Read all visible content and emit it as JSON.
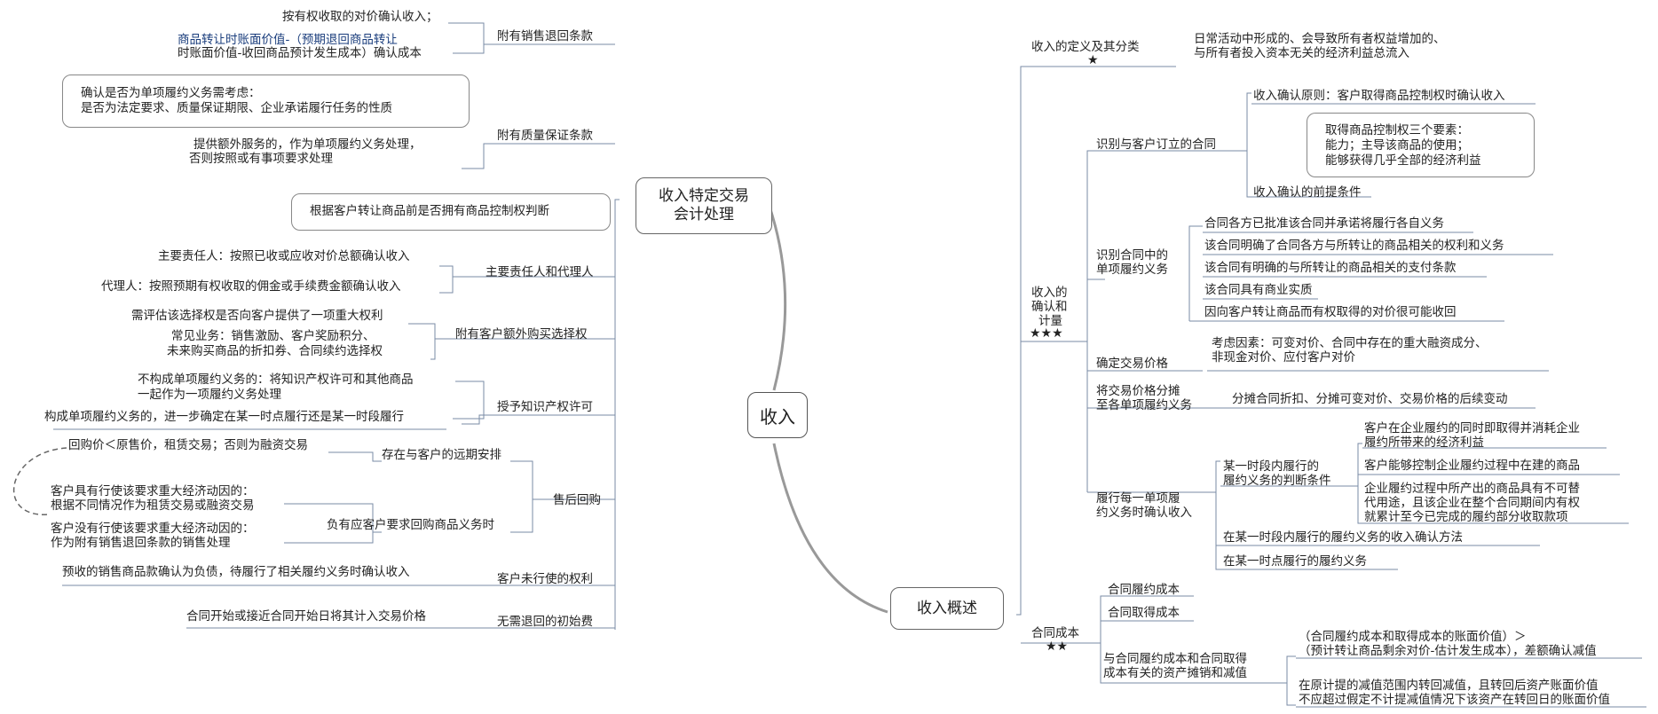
{
  "root": "收入",
  "left_branch": {
    "title_lines": [
      "收入特定交易",
      "会计处理"
    ],
    "items": [
      {
        "label": "附有销售退回条款",
        "children": [
          "按有权收取的对价确认收入；",
          "商品转让时账面价值-（预期退回商品转让",
          "时账面价值-收回商品预计发生成本）确认成本"
        ]
      },
      {
        "label": "附有质量保证条款",
        "note": [
          "确认是否为单项履约义务需考虑：",
          "是否为法定要求、质量保证期限、企业承诺履行任务的性质"
        ],
        "children": [
          "提供额外服务的，作为单项履约义务处理，",
          "否则按照或有事项要求处理"
        ]
      },
      {
        "label": "主要责任人和代理人",
        "note": [
          "根据客户转让商品前是否拥有商品控制权判断"
        ],
        "children": [
          "主要责任人：按照已收或应收对价总额确认收入",
          "代理人：按照预期有权收取的佣金或手续费金额确认收入"
        ]
      },
      {
        "label": "附有客户额外购买选择权",
        "children": [
          "需评估该选择权是否向客户提供了一项重大权利",
          "常见业务：销售激励、客户奖励积分、",
          "未来购买商品的折扣券、合同续约选择权"
        ]
      },
      {
        "label": "授予知识产权许可",
        "children": [
          "不构成单项履约义务的：将知识产权许可和其他商品",
          "一起作为一项履约义务处理",
          "构成单项履约义务的，进一步确定在某一时点履行还是某一时段履行"
        ]
      },
      {
        "label": "售后回购",
        "subs": [
          {
            "label": "存在与客户的远期安排",
            "children": [
              "回购价＜原售价，租赁交易；否则为融资交易"
            ]
          },
          {
            "label": "负有应客户要求回购商品义务时",
            "children": [
              "客户具有行使该要求重大经济动因的：",
              "根据不同情况作为租赁交易或融资交易",
              "客户没有行使该要求重大经济动因的：",
              "作为附有销售退回条款的销售处理"
            ]
          }
        ]
      },
      {
        "label": "客户未行使的权利",
        "children": [
          "预收的销售商品款确认为负债，待履行了相关履约义务时确认收入"
        ]
      },
      {
        "label": "无需退回的初始费",
        "children": [
          "合同开始或接近合同开始日将其计入交易价格"
        ]
      }
    ]
  },
  "right_branch": {
    "title": "收入概述",
    "items": [
      {
        "label": "收入的定义及其分类",
        "stars": "★",
        "children": [
          "日常活动中形成的、会导致所有者权益增加的、",
          "与所有者投入资本无关的经济利益总流入"
        ]
      },
      {
        "label_lines": [
          "收入的",
          "确认和",
          "计量"
        ],
        "stars": "★★★",
        "subs": [
          {
            "label": "识别与客户订立的合同",
            "children": [
              "收入确认原则：客户取得商品控制权时确认收入",
              "收入确认的前提条件"
            ],
            "note": [
              "取得商品控制权三个要素：",
              "能力；主导该商品的使用；",
              "能够获得几乎全部的经济利益"
            ]
          },
          {
            "label_lines": [
              "识别合同中的",
              "单项履约义务"
            ],
            "children": [
              "合同各方已批准该合同并承诺将履行各自义务",
              "该合同明确了合同各方与所转让的商品相关的权利和义务",
              "该合同有明确的与所转让的商品相关的支付条款",
              "该合同具有商业实质",
              "因向客户转让商品而有权取得的对价很可能收回"
            ]
          },
          {
            "label": "确定交易价格",
            "children": [
              "考虑因素：可变对价、合同中存在的重大融资成分、",
              "非现金对价、应付客户对价"
            ]
          },
          {
            "label_lines": [
              "将交易价格分摊",
              "至各单项履约义务"
            ],
            "children": [
              "分摊合同折扣、分摊可变对价、交易价格的后续变动"
            ]
          },
          {
            "label_lines": [
              "履行每一单项履",
              "约义务时确认收入"
            ],
            "subs": [
              {
                "label_lines": [
                  "某一时段内履行的",
                  "履约义务的判断条件"
                ],
                "children": [
                  "客户在企业履约的同时即取得并消耗企业",
                  "履约所带来的经济利益",
                  "客户能够控制企业履约过程中在建的商品",
                  "企业履约过程中所产出的商品具有不可替",
                  "代用途，且该企业在整个合同期间内有权",
                  "就累计至今已完成的履约部分收取款项"
                ]
              },
              {
                "label": "在某一时段内履行的履约义务的收入确认方法"
              },
              {
                "label": "在某一时点履行的履约义务"
              }
            ]
          }
        ]
      },
      {
        "label": "合同成本",
        "stars": "★★",
        "subs": [
          {
            "label": "合同履约成本"
          },
          {
            "label": "合同取得成本"
          },
          {
            "label_lines": [
              "与合同履约成本和合同取得",
              "成本有关的资产摊销和减值"
            ],
            "children": [
              "（合同履约成本和取得成本的账面价值）＞",
              "（预计转让商品剩余对价-估计发生成本），差额确认减值",
              "在原计提的减值范围内转回减值，且转回后资产账面价值",
              "不应超过假定不计提减值情况下该资产在转回日的账面价值"
            ]
          }
        ]
      }
    ]
  },
  "colors": {
    "line": "#7a8ba6",
    "text": "#222222",
    "link": "#1a3d7c",
    "curve": "#888888"
  }
}
